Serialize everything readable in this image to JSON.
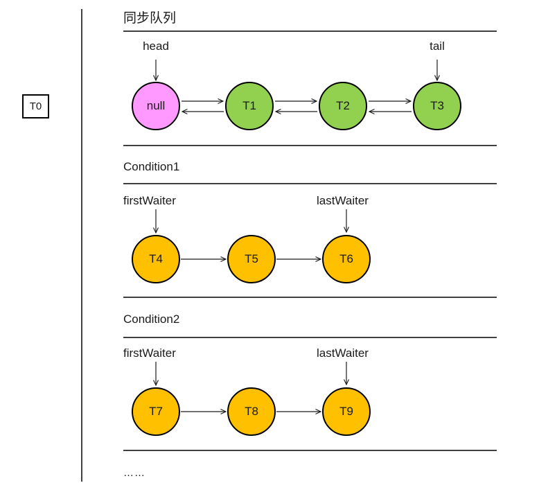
{
  "thread_box": {
    "label": "T0"
  },
  "sync_queue": {
    "title": "同步队列",
    "head_label": "head",
    "tail_label": "tail",
    "link_type": "doubly-linked",
    "nodes": [
      {
        "label": "null",
        "color": "#FF99FF"
      },
      {
        "label": "T1",
        "color": "#92D050"
      },
      {
        "label": "T2",
        "color": "#92D050"
      },
      {
        "label": "T3",
        "color": "#92D050"
      }
    ]
  },
  "condition1": {
    "title": "Condition1",
    "first_waiter_label": "firstWaiter",
    "last_waiter_label": "lastWaiter",
    "link_type": "singly-linked",
    "nodes": [
      {
        "label": "T4",
        "color": "#FFC000"
      },
      {
        "label": "T5",
        "color": "#FFC000"
      },
      {
        "label": "T6",
        "color": "#FFC000"
      }
    ]
  },
  "condition2": {
    "title": "Condition2",
    "first_waiter_label": "firstWaiter",
    "last_waiter_label": "lastWaiter",
    "link_type": "singly-linked",
    "nodes": [
      {
        "label": "T7",
        "color": "#FFC000"
      },
      {
        "label": "T8",
        "color": "#FFC000"
      },
      {
        "label": "T9",
        "color": "#FFC000"
      }
    ]
  },
  "ellipsis": "……",
  "colors": {
    "sync_head_node": "#FF99FF",
    "sync_node": "#92D050",
    "condition_node": "#FFC000",
    "line": "#404040",
    "arrow": "#1a1a1a"
  }
}
